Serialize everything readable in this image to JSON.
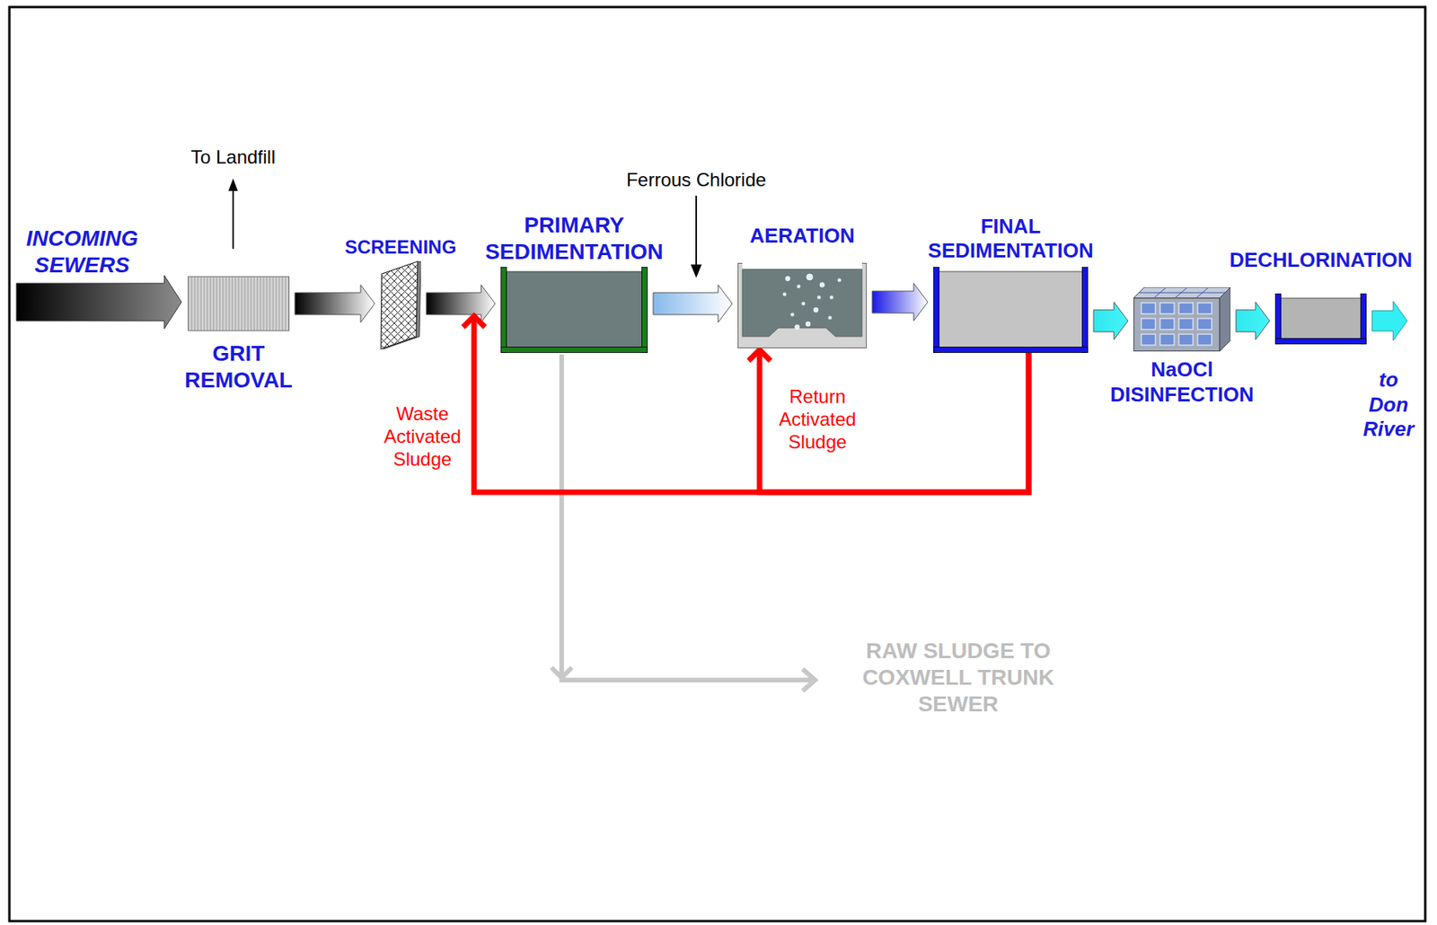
{
  "diagram": {
    "nodes": [
      {
        "text": [
          "GRIT REMOVAL"
        ]
      },
      {
        "text": [
          "SCREENING"
        ]
      },
      {
        "text": [
          "PRIMARY SEDIMENTATION"
        ]
      },
      {
        "text": [
          "AERATION"
        ]
      },
      {
        "text": [
          "FINAL SEDIMENTATION"
        ]
      },
      {
        "text": [
          "NaOCl DISINFECTION"
        ]
      },
      {
        "text": [
          "DECHLORINATION"
        ]
      }
    ],
    "edges": [
      {
        "from": 0,
        "to": 1,
        "arrow": "to"
      },
      {
        "from": 1,
        "to": 2,
        "arrow": "to"
      },
      {
        "from": 2,
        "to": 3,
        "arrow": "to"
      },
      {
        "from": 3,
        "to": 4,
        "arrow": "to"
      },
      {
        "from": 4,
        "to": 5,
        "arrow": "to"
      },
      {
        "from": 5,
        "to": 6,
        "arrow": "to"
      },
      {
        "from": 4,
        "to": 2,
        "label": "Waste Activated Sludge",
        "arrow": "to"
      },
      {
        "from": 4,
        "to": 3,
        "label": "Return Activated Sludge",
        "arrow": "to"
      }
    ],
    "labels": [
      "INCOMING SEWERS",
      "To Landfill",
      "Ferrous Chloride",
      "RAW SLUDGE TO COXWELL TRUNK SEWER",
      "to Don River"
    ]
  }
}
